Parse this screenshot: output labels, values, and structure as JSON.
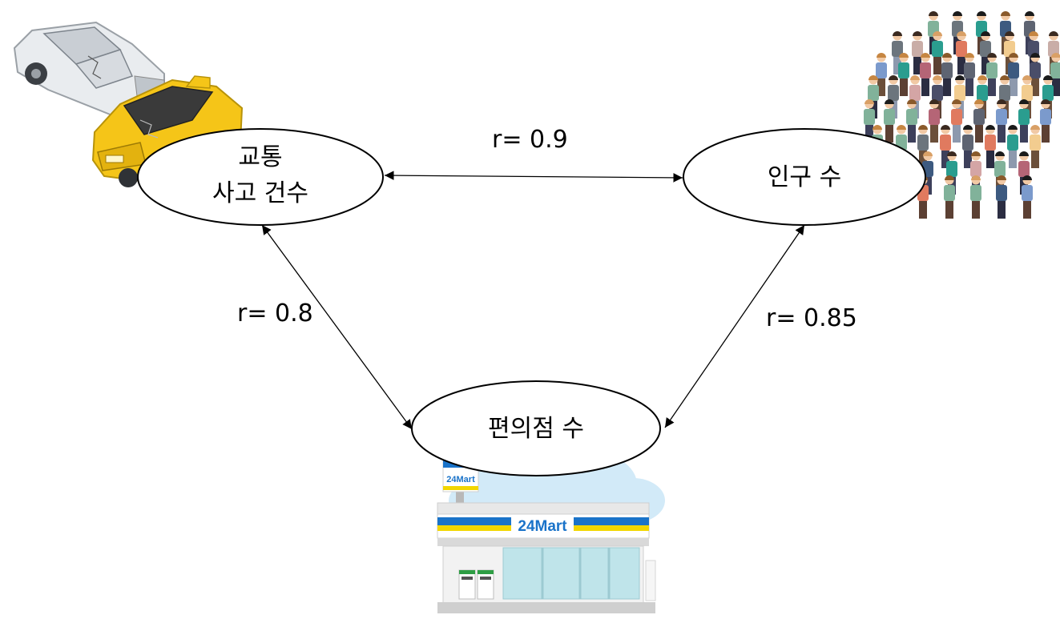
{
  "nodes": {
    "accidents": {
      "line1": "교통",
      "line2": "사고 건수"
    },
    "population": {
      "label": "인구 수"
    },
    "stores": {
      "label": "편의점 수"
    }
  },
  "edges": {
    "accidents_population": "r= 0.9",
    "accidents_stores": "r= 0.8",
    "population_stores": "r= 0.85"
  },
  "store_sign": {
    "small": "24Mart",
    "main": "24Mart"
  },
  "icons": [
    "car-crash-icon",
    "crowd-icon",
    "convenience-store-icon"
  ],
  "colors": {
    "yellow_car": "#f5c518",
    "store_blue": "#1a73c9",
    "store_yellow": "#f2d600",
    "sky": "#cfe8f7"
  }
}
